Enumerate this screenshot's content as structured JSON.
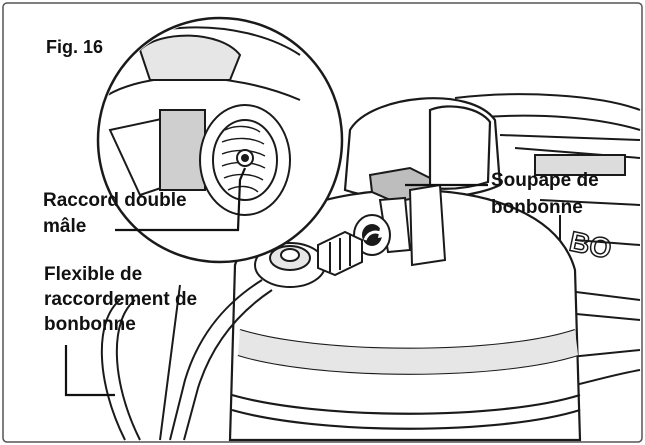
{
  "figure": {
    "label": "Fig. 16",
    "callouts": {
      "raccord": {
        "line1": "Raccord double",
        "line2": "mâle"
      },
      "soupape": {
        "line1": "Soupape de",
        "line2": "bonbonne"
      },
      "flexible": {
        "line1": "Flexible de",
        "line2": "raccordement de",
        "line3": "bonbonne"
      }
    }
  },
  "colors": {
    "ink": "#1a1a1a",
    "shade": "#cfcfcf",
    "paper": "#ffffff",
    "frame": "#555555"
  },
  "icons": {
    "arrow": "curved-arrow-icon"
  }
}
